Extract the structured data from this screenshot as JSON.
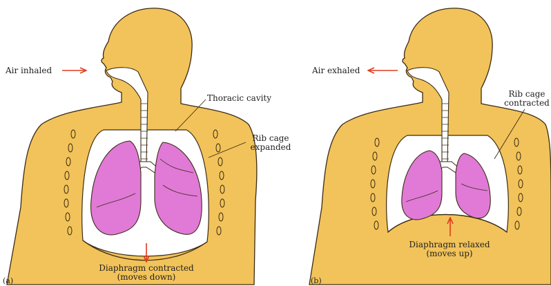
{
  "panel_a": {
    "letter": "(a)",
    "air_label": "Air inhaled",
    "cavity_label": "Thoracic cavity",
    "rib_label_line1": "Rib cage",
    "rib_label_line2": "expanded",
    "diaphragm_line1": "Diaphragm contracted",
    "diaphragm_line2": "(moves down)"
  },
  "panel_b": {
    "letter": "(b)",
    "air_label": "Air exhaled",
    "rib_label_line1": "Rib cage",
    "rib_label_line2": "contracted",
    "diaphragm_line1": "Diaphragm relaxed",
    "diaphragm_line2": "(moves up)"
  },
  "colors": {
    "body": "#f2c35a",
    "outline": "#3a2a14",
    "lung": "#e07ad6",
    "cavity": "#ffffff",
    "arrow": "#e03a1c"
  }
}
